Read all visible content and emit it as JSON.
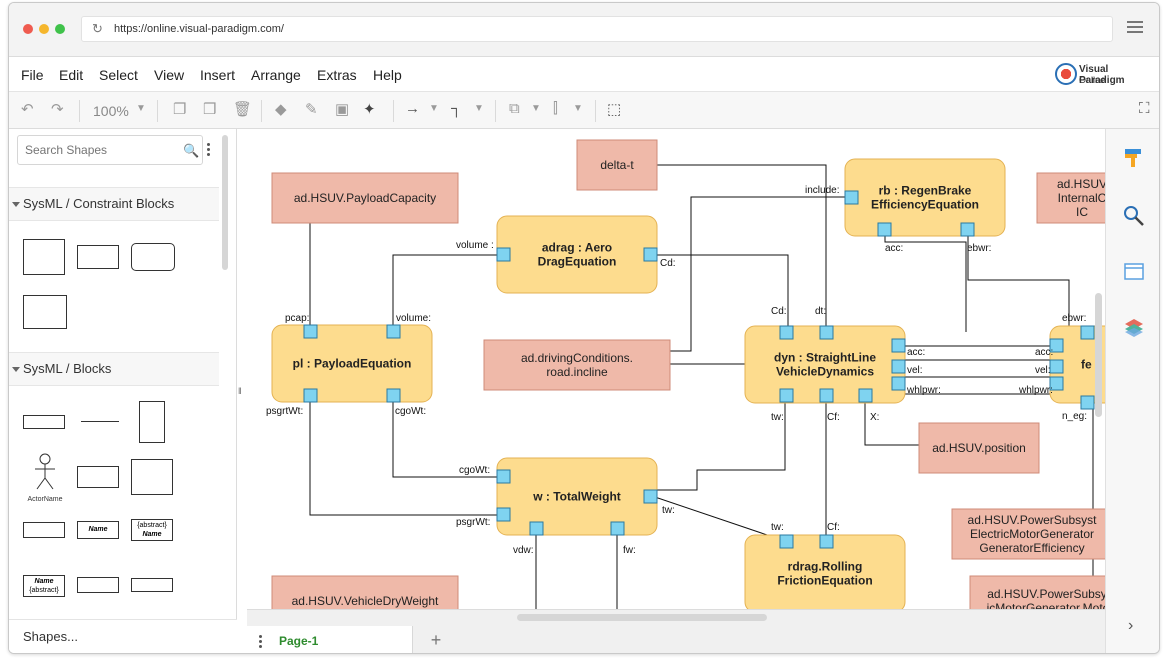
{
  "browser": {
    "url": "https://online.visual-paradigm.com/"
  },
  "brand": {
    "line1": "Visual Paradigm",
    "line2": "Online"
  },
  "menu": [
    "File",
    "Edit",
    "Select",
    "View",
    "Insert",
    "Arrange",
    "Extras",
    "Help"
  ],
  "toolbar": {
    "zoom": "100%"
  },
  "sidebar": {
    "search_placeholder": "Search Shapes",
    "sections": [
      {
        "title": "SysML / Constraint Blocks"
      },
      {
        "title": "SysML / Blocks"
      }
    ],
    "thumb_labels": {
      "actor": "ActorName",
      "name1": "Name",
      "abstract_name": "Name",
      "abstract_tag": "{abstract}",
      "name_abs2": "Name",
      "abs2": "{abstract}"
    },
    "footer": "Shapes..."
  },
  "pages": {
    "tab": "Page-1"
  },
  "diagram": {
    "blocks": [
      {
        "id": "adrag",
        "line1": "adrag : Aero",
        "line2": "DragEquation"
      },
      {
        "id": "rb",
        "line1": "rb : RegenBrake",
        "line2": "EfficiencyEquation"
      },
      {
        "id": "pl",
        "line1": "pl : PayloadEquation",
        "line2": ""
      },
      {
        "id": "dyn",
        "line1": "dyn : StraightLine",
        "line2": "VehicleDynamics"
      },
      {
        "id": "fe",
        "line1": "fe :",
        "line2": ""
      },
      {
        "id": "w",
        "line1": "w : TotalWeight",
        "line2": ""
      },
      {
        "id": "rdrag",
        "line1": "rdrag.Rolling",
        "line2": "FrictionEquation"
      }
    ],
    "params": [
      {
        "id": "delta",
        "line1": "delta-t",
        "line2": "",
        "line3": ""
      },
      {
        "id": "payload",
        "line1": "ad.HSUV.PayloadCapacity",
        "line2": "",
        "line3": ""
      },
      {
        "id": "internal",
        "line1": "ad.HSUV",
        "line2": "InternalC",
        "line3": "IC"
      },
      {
        "id": "driving",
        "line1": "ad.drivingConditions.",
        "line2": "road.incline",
        "line3": ""
      },
      {
        "id": "position",
        "line1": "ad.HSUV.position",
        "line2": "",
        "line3": ""
      },
      {
        "id": "power1",
        "line1": "ad.HSUV.PowerSubsyst",
        "line2": "ElectricMotorGenerator",
        "line3": "GeneratorEfficiency"
      },
      {
        "id": "dry",
        "line1": "ad.HSUV.VehicleDryWeight",
        "line2": "",
        "line3": ""
      },
      {
        "id": "power2",
        "line1": "ad.HSUV.PowerSubsys",
        "line2": "icMotorGenerator.Motor",
        "line3": ""
      }
    ],
    "port_labels": [
      "include:",
      "volume :",
      "Cd:",
      "acc:",
      "ebwr:",
      "pcap:",
      "volume:",
      "Cd:",
      "dt:",
      "ebwr:",
      "acc:",
      "acc:",
      "vel:",
      "vel:",
      "whlpwr:",
      "whlpwr:",
      "n_eg:",
      "psgrtWt:",
      "cgoWt:",
      "tw:",
      "Cf:",
      "X:",
      "cgoWt:",
      "tw:",
      "psgrWt:",
      "tw:",
      "Cf:",
      "vdw:",
      "fw:"
    ]
  },
  "colors": {
    "block_fill": "#fddc8e",
    "block_border": "#e4b253",
    "param_fill": "#efb9a9",
    "param_border": "#cf8b78",
    "port_fill": "#7fd3f0",
    "port_border": "#2b7aa0",
    "page_tab_text": "#2e8b2e"
  }
}
